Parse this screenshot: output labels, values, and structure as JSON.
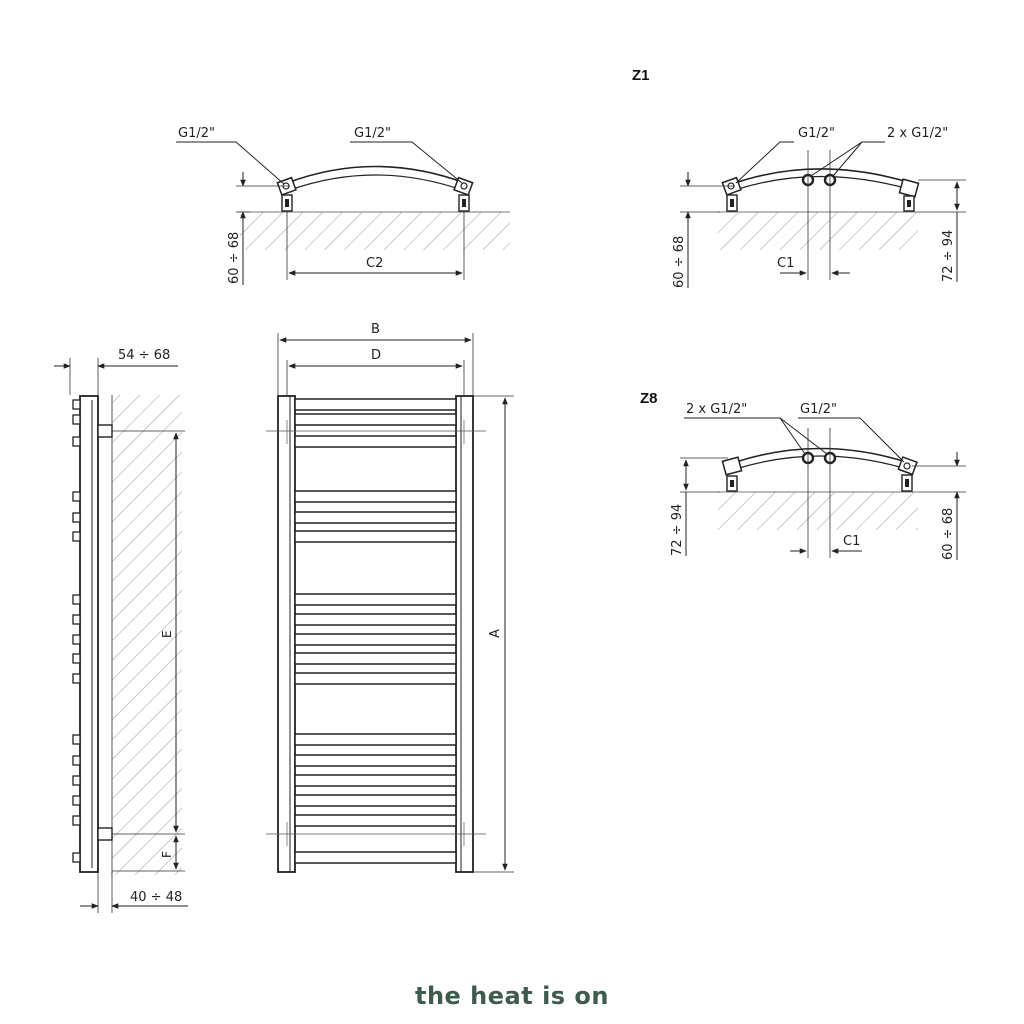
{
  "views": {
    "top": {
      "left_connection": "G1/2\"",
      "right_connection": "G1/2\"",
      "c2": "C2",
      "wall_offset": "60 ÷ 68"
    },
    "z1": {
      "title": "Z1",
      "left_connection": "G1/2\"",
      "right_connection": "2 x G1/2\"",
      "c1": "C1",
      "left_offset": "60 ÷ 68",
      "right_offset": "72 ÷ 94"
    },
    "z8": {
      "title": "Z8",
      "left_connection": "2 x G1/2\"",
      "right_connection": "G1/2\"",
      "c1": "C1",
      "left_offset": "72 ÷ 94",
      "right_offset": "60 ÷ 68"
    },
    "side": {
      "depth": "54 ÷ 68",
      "e": "E",
      "f": "F",
      "bottom_offset": "40 ÷ 48"
    },
    "front": {
      "b": "B",
      "d": "D",
      "a": "A"
    }
  },
  "brand": "the heat is on"
}
